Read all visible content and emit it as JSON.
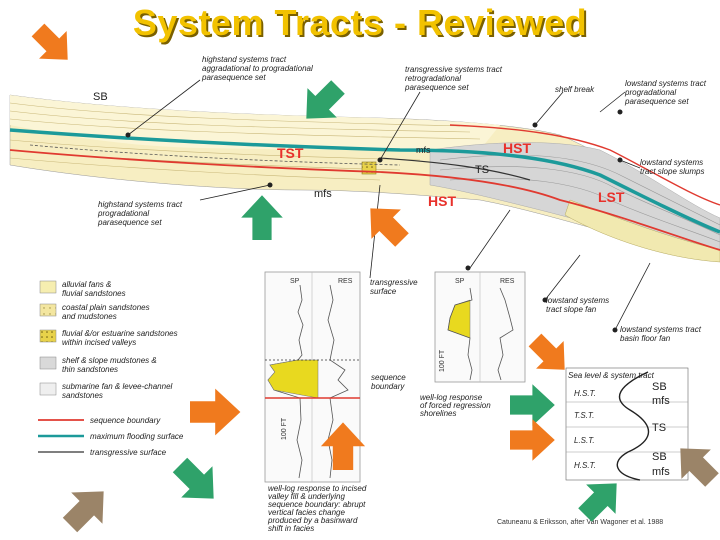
{
  "title": "System Tracts - Reviewed",
  "section": {
    "sb": "SB",
    "tst": "TST",
    "hst_upper": "HST",
    "hst_lower": "HST",
    "lst": "LST",
    "mfs_upper": "mfs",
    "mfs_lower": "mfs",
    "ts": "TS"
  },
  "callouts": {
    "highstand_aggr": [
      "highstand systems tract",
      "aggradational to progradational",
      "parasequence set"
    ],
    "transgressive": [
      "transgressive systems tract",
      "retrogradational",
      "parasequence set"
    ],
    "shelf_break": "shelf break",
    "lowstand_prog": [
      "lowstand systems tract",
      "progradational",
      "parasequence set"
    ],
    "lowstand_slumps": [
      "lowstand systems",
      "tract slope slumps"
    ],
    "highstand_prog": [
      "highstand systems tract",
      "progradational",
      "parasequence set"
    ],
    "transgressive_surface": [
      "transgressive",
      "surface"
    ],
    "sequence_boundary": [
      "sequence",
      "boundary"
    ],
    "lowstand_fan": [
      "lowstand systems",
      "tract slope fan"
    ],
    "lowstand_basin": [
      "lowstand systems tract",
      "basin floor fan"
    ]
  },
  "legend": [
    {
      "text": [
        "alluvial fans &",
        "fluvial sandstones"
      ],
      "color": "#f6eeb0"
    },
    {
      "text": [
        "coastal plain sandstones",
        "and mudstones"
      ],
      "color": "#faf3c8"
    },
    {
      "text": [
        "fluvial &/or estuarine sandstones",
        "within incised valleys"
      ],
      "color": "#e7cf3a"
    },
    {
      "text": [
        "shelf & slope mudstones &",
        "thin sandstones"
      ],
      "color": "#d9d9d9"
    },
    {
      "text": [
        "submarine fan & levee-channel",
        "sandstones"
      ],
      "color": "#efefef"
    }
  ],
  "legend_lines": [
    {
      "label": "sequence boundary",
      "color": "#e03a30"
    },
    {
      "label": "maximum flooding surface",
      "color": "#1c9a9a"
    },
    {
      "label": "transgressive surface",
      "color": "#333333"
    }
  ],
  "logs": {
    "sp": "SP",
    "res": "RES",
    "scale_left": "100 FT",
    "scale_right": "100 FT",
    "caption_left": [
      "well-log response to incised",
      "valley fill & underlying",
      "sequence boundary: abrupt",
      "vertical facies change",
      "produced by a basinward",
      "shift in facies"
    ],
    "caption_right": [
      "well-log response",
      "of forced regression",
      "shorelines"
    ]
  },
  "summary": {
    "header": "Sea level & system tract",
    "tracts": [
      "H.S.T.",
      "T.S.T.",
      "L.S.T.",
      "H.S.T."
    ],
    "surfaces": [
      "SB",
      "mfs",
      "TS",
      "SB",
      "mfs"
    ]
  },
  "credit": "Catuneanu & Eriksson, after Van Wagoner et al. 1988"
}
